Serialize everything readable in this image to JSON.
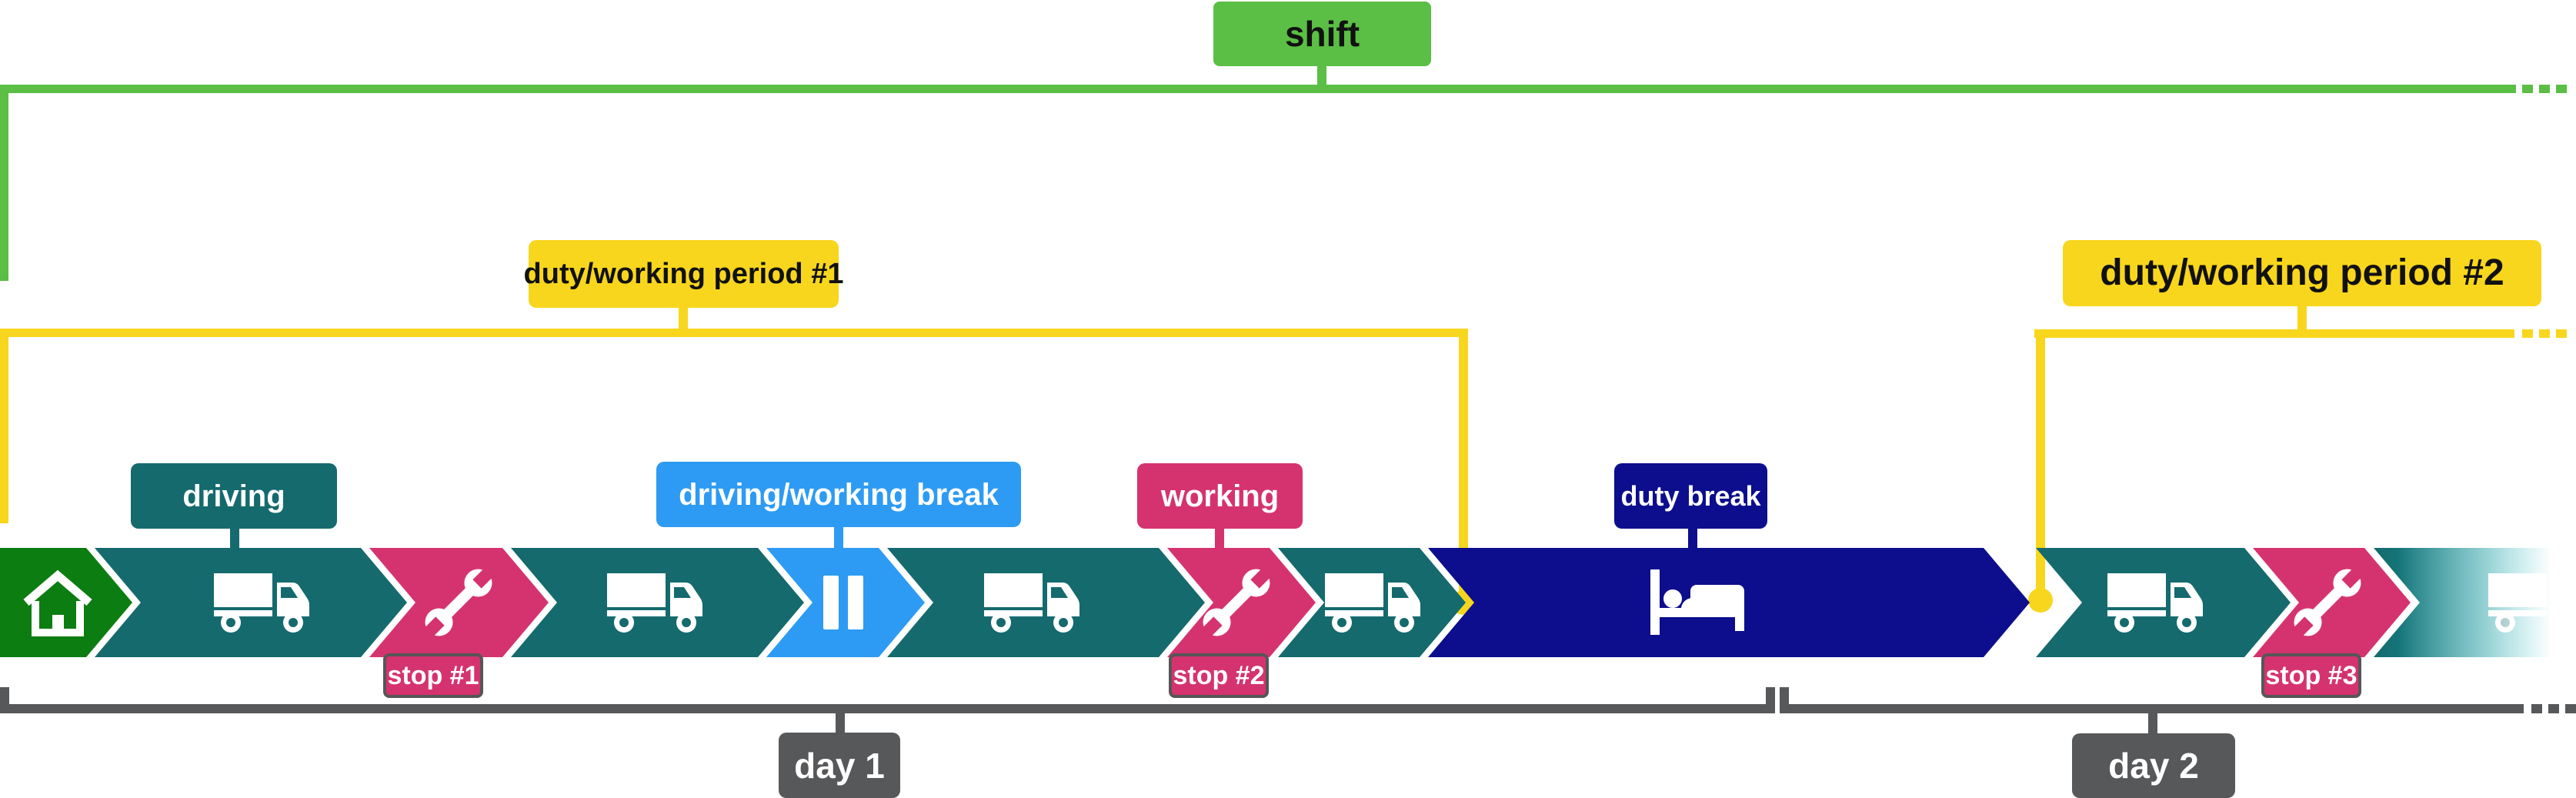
{
  "colors": {
    "bright_green": "#5abf44",
    "dark_green": "#0c7d11",
    "teal": "#156a6e",
    "light_blue": "#2d9bf3",
    "navy": "#0c0e8d",
    "pink": "#d5336f",
    "yellow": "#f8d61d",
    "gray": "#57585a",
    "white": "#ffffff",
    "black": "#111111"
  },
  "shift_bracket": {
    "label": "shift"
  },
  "duty_periods": [
    {
      "label": "duty/working period #1"
    },
    {
      "label": "duty/working period #2"
    }
  ],
  "phase_labels": [
    {
      "id": "driving",
      "label": "driving",
      "color": "#156a6e"
    },
    {
      "id": "driving-working-break",
      "label": "driving/working break",
      "color": "#2d9bf3"
    },
    {
      "id": "working",
      "label": "working",
      "color": "#d5336f"
    },
    {
      "id": "duty-break",
      "label": "duty break",
      "color": "#0c0e8d"
    }
  ],
  "days": [
    {
      "label": "day 1"
    },
    {
      "label": "day 2"
    }
  ],
  "timeline": {
    "segments": [
      {
        "kind": "shift-start-home",
        "icon": "home-icon",
        "color": "#0c7d11"
      },
      {
        "kind": "driving",
        "icon": "truck-icon",
        "color": "#156a6e"
      },
      {
        "kind": "working-stop",
        "icon": "wrench-icon",
        "color": "#d5336f",
        "stop_label": "stop #1"
      },
      {
        "kind": "driving",
        "icon": "truck-icon",
        "color": "#156a6e"
      },
      {
        "kind": "driving-working-break",
        "icon": "pause-icon",
        "color": "#2d9bf3"
      },
      {
        "kind": "driving",
        "icon": "truck-icon",
        "color": "#156a6e"
      },
      {
        "kind": "working-stop",
        "icon": "wrench-icon",
        "color": "#d5336f",
        "stop_label": "stop #2"
      },
      {
        "kind": "driving",
        "icon": "truck-icon",
        "color": "#156a6e"
      },
      {
        "kind": "duty-break",
        "icon": "bed-icon",
        "color": "#0c0e8d"
      },
      {
        "kind": "driving",
        "icon": "truck-icon",
        "color": "#156a6e"
      },
      {
        "kind": "working-stop",
        "icon": "wrench-icon",
        "color": "#d5336f",
        "stop_label": "stop #3"
      },
      {
        "kind": "driving-continues",
        "icon": "truck-icon",
        "color": "#156a6e",
        "fade_right": true
      }
    ]
  }
}
